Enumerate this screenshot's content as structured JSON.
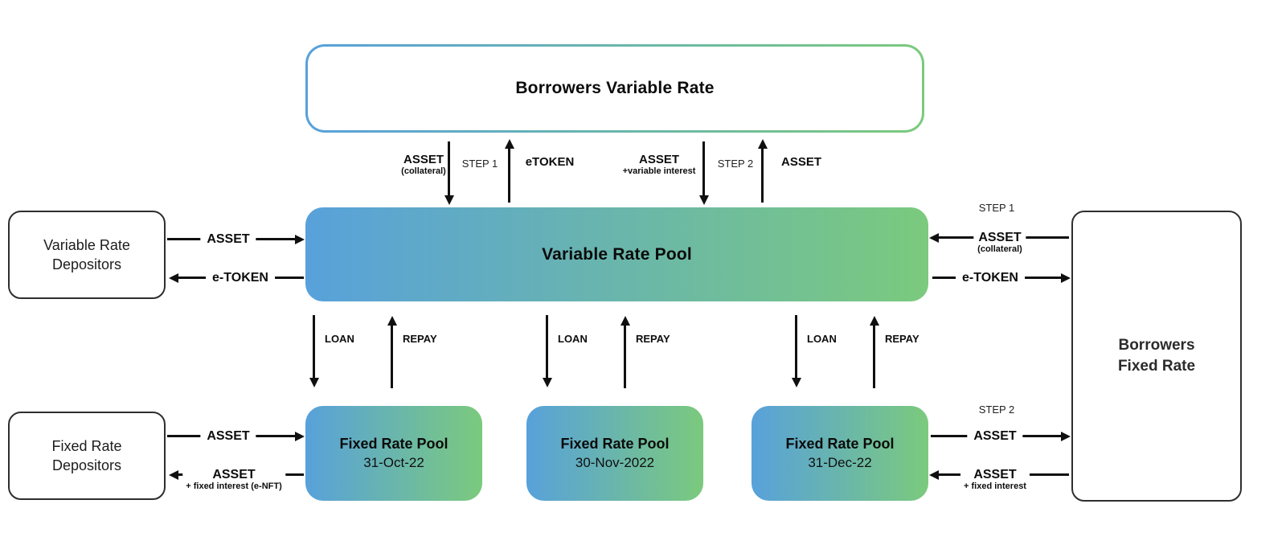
{
  "colors": {
    "gradient_start": "#58A1DB",
    "gradient_end": "#7BCA7D",
    "arrow": "#101010"
  },
  "nodes": {
    "borrowers_variable": {
      "label": "Borrowers Variable Rate"
    },
    "variable_rate_pool": {
      "label": "Variable Rate Pool"
    },
    "variable_rate_depositors": {
      "line1": "Variable Rate",
      "line2": "Depositors"
    },
    "fixed_rate_depositors": {
      "line1": "Fixed Rate",
      "line2": "Depositors"
    },
    "borrowers_fixed": {
      "line1": "Borrowers",
      "line2": "Fixed Rate"
    },
    "fixed_pools": [
      {
        "title": "Fixed Rate Pool",
        "date": "31-Oct-22"
      },
      {
        "title": "Fixed Rate Pool",
        "date": "30-Nov-2022"
      },
      {
        "title": "Fixed Rate Pool",
        "date": "31-Dec-22"
      }
    ]
  },
  "flows": {
    "top": {
      "asset_in": "ASSET",
      "asset_in_sub": "(collateral)",
      "step1": "STEP 1",
      "etoken_out": "eTOKEN",
      "asset_repay": "ASSET",
      "asset_repay_sub": "+variable interest",
      "step2": "STEP 2",
      "asset_out": "ASSET"
    },
    "left_top": {
      "in": "ASSET",
      "out": "e-TOKEN"
    },
    "left_bottom": {
      "in": "ASSET",
      "out": "ASSET",
      "out_sub": "+ fixed interest (e-NFT)"
    },
    "right_top": {
      "step": "STEP 1",
      "in": "ASSET",
      "in_sub": "(collateral)",
      "out": "e-TOKEN"
    },
    "right_bottom": {
      "step": "STEP 2",
      "out": "ASSET",
      "in": "ASSET",
      "in_sub": "+ fixed interest"
    },
    "loan_repay": {
      "loan": "LOAN",
      "repay": "REPAY"
    }
  }
}
